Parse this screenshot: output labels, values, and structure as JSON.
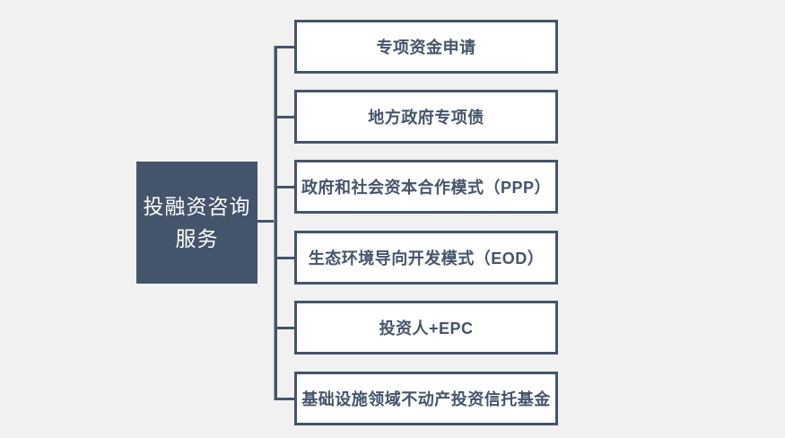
{
  "diagram": {
    "type": "tree",
    "direction": "left-to-right",
    "root": {
      "label": "投融资咨询服务",
      "line1": "投融资咨询",
      "line2": "服务"
    },
    "branches": [
      {
        "label": "专项资金申请"
      },
      {
        "label": "地方政府专项债"
      },
      {
        "label": "政府和社会资本合作模式（PPP）"
      },
      {
        "label": "生态环境导向开发模式（EOD）"
      },
      {
        "label": "投资人+EPC"
      },
      {
        "label": "基础设施领域不动产投资信托基金"
      }
    ]
  },
  "colors": {
    "background": "#f1f1f2",
    "primary": "#44546A",
    "branch_fill": "#ffffff",
    "branch_text": "#44546A",
    "root_text": "#ffffff",
    "connector": "#44546A"
  }
}
